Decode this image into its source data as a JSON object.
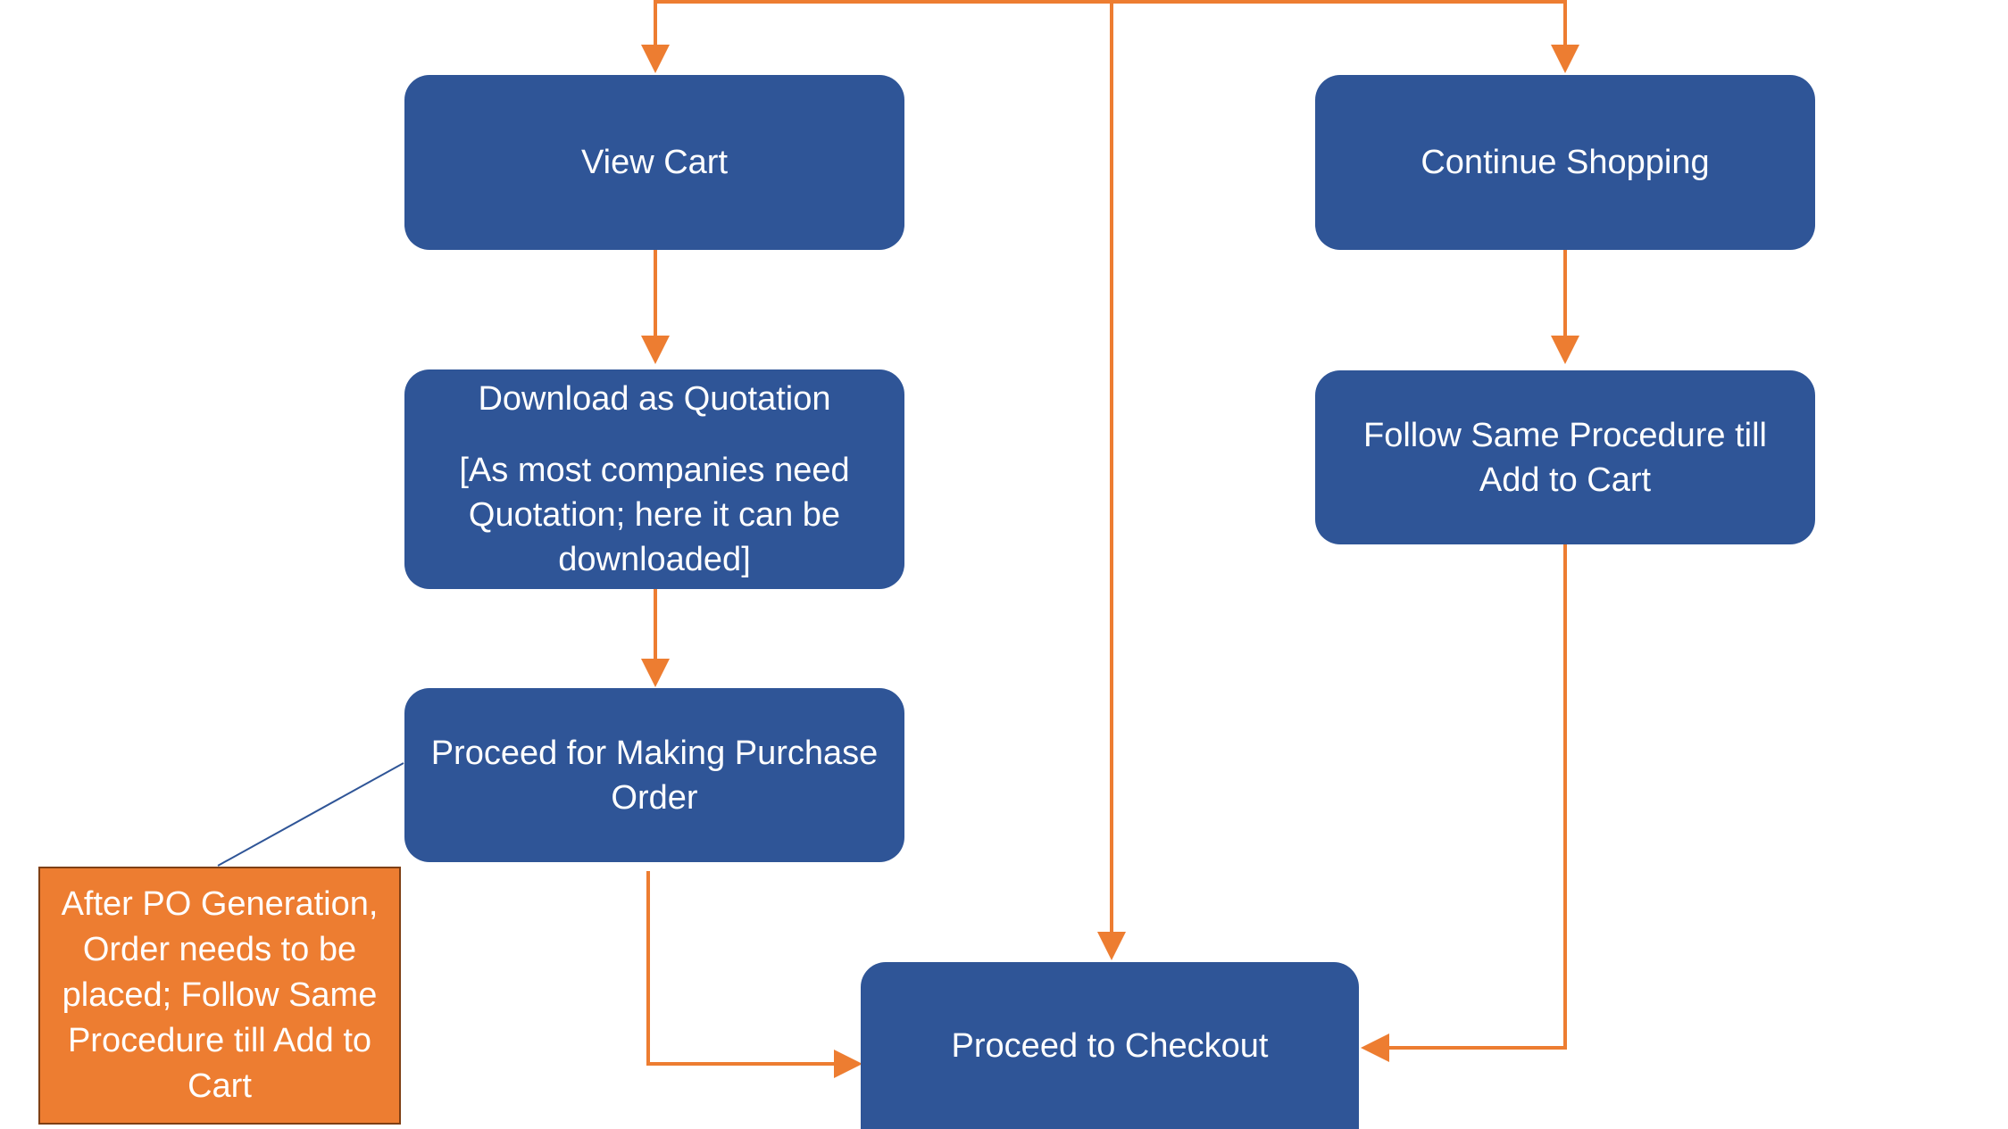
{
  "diagram": {
    "nodes": {
      "view_cart": "View Cart",
      "continue_shopping": "Continue Shopping",
      "download_quotation": {
        "title": "Download as Quotation",
        "detail": "[As most companies need Quotation; here it can be downloaded]"
      },
      "follow_same_procedure": "Follow Same Procedure till Add to Cart",
      "proceed_purchase_order": "Proceed for Making Purchase Order",
      "proceed_checkout": "Proceed to Checkout"
    },
    "note": "After PO Generation, Order needs to be placed; Follow Same Procedure till Add to Cart"
  },
  "colors": {
    "node_fill": "#2f5597",
    "node_text": "#ffffff",
    "connector": "#ed7d31",
    "note_fill": "#ed7d31",
    "callout_line": "#2f5597"
  }
}
